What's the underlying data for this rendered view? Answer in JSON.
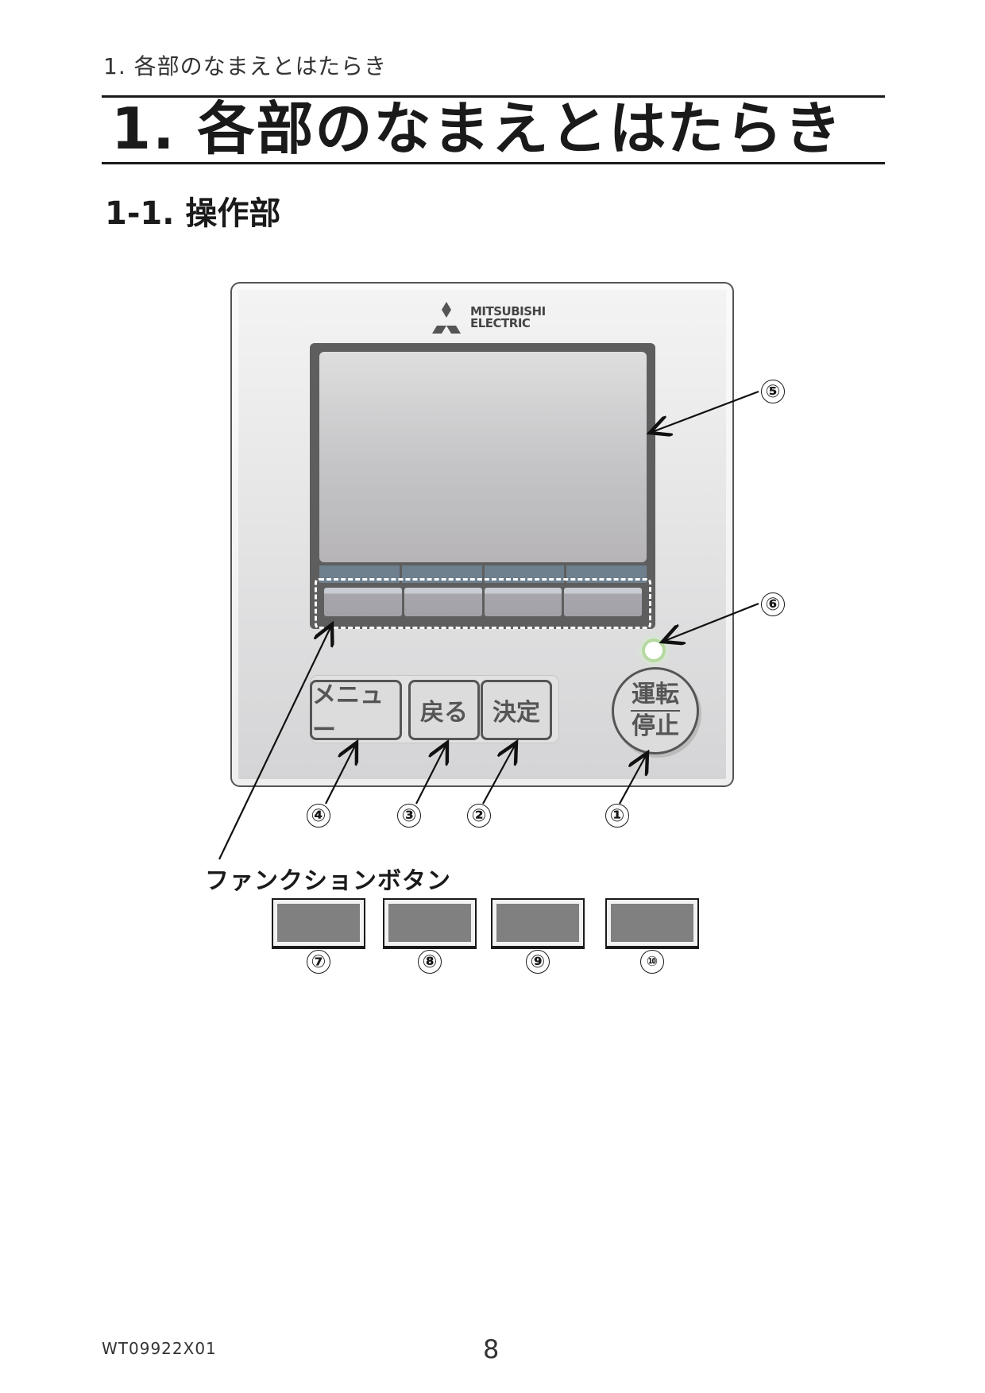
{
  "header": {
    "running_head": "1. 各部のなまえとはたらき",
    "chapter_title": "1. 各部のなまえとはたらき",
    "section_title": "1-1. 操作部"
  },
  "device": {
    "brand_line1": "MITSUBISHI",
    "brand_line2": "ELECTRIC",
    "buttons": {
      "menu": "メニュー",
      "back": "戻る",
      "confirm": "決定",
      "power_top": "運転",
      "power_bottom": "停止"
    },
    "led_color": "#b6d9a2"
  },
  "callouts": {
    "c1": "①",
    "c2": "②",
    "c3": "③",
    "c4": "④",
    "c5": "⑤",
    "c6": "⑥",
    "c7": "⑦",
    "c8": "⑧",
    "c9": "⑨",
    "c10": "⑩"
  },
  "function_buttons": {
    "label": "ファンクションボタン"
  },
  "footer": {
    "doc_code": "WT09922X01",
    "page_number": "8"
  }
}
